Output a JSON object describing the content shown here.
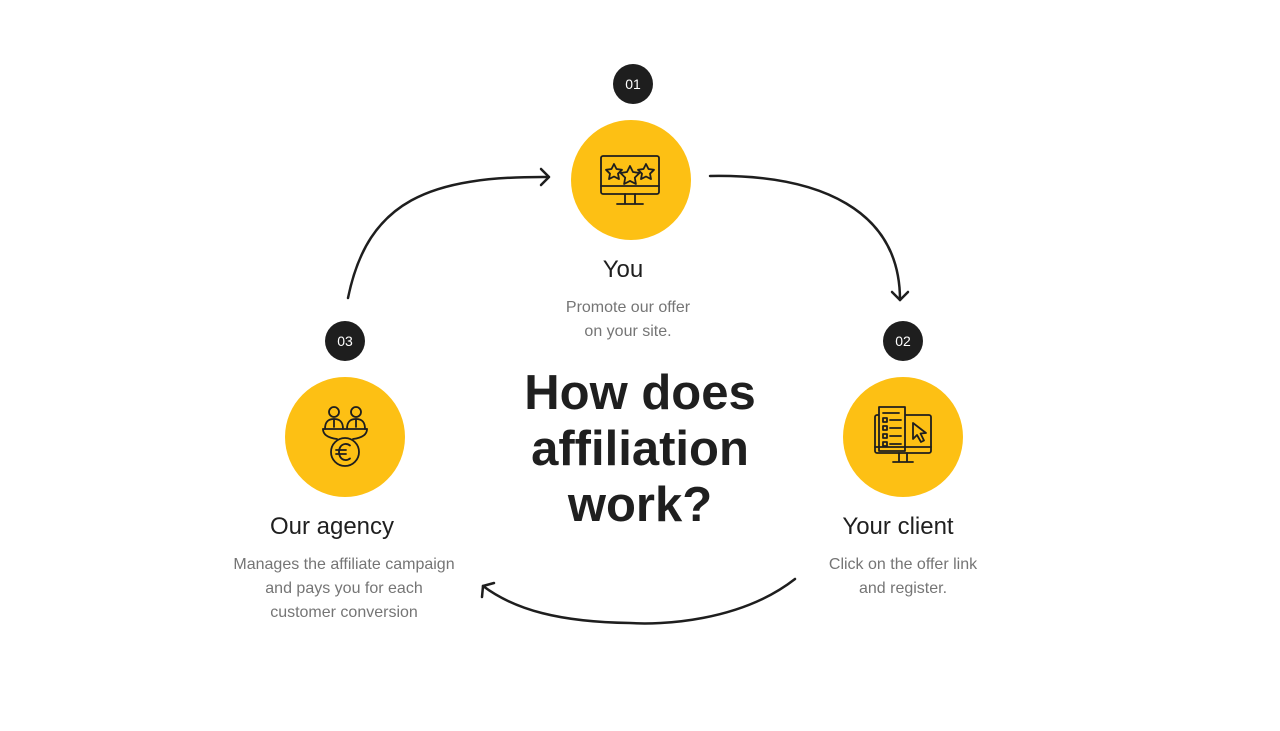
{
  "title": [
    "How does",
    "affiliation",
    "work?"
  ],
  "colors": {
    "accent": "#fdc014",
    "badge": "#1e1e1e",
    "text": "#1f1f1f",
    "muted": "#757575"
  },
  "steps": [
    {
      "number": "01",
      "title": "You",
      "desc": [
        "Promote our offer",
        "on your site."
      ],
      "icon": "monitor-stars-icon"
    },
    {
      "number": "02",
      "title": "Your client",
      "desc": [
        "Click on the offer link",
        "and register."
      ],
      "icon": "monitor-form-cursor-icon"
    },
    {
      "number": "03",
      "title": "Our agency",
      "desc": [
        "Manages the affiliate campaign",
        "and pays you for each",
        "customer conversion"
      ],
      "icon": "agents-euro-coin-icon"
    }
  ]
}
